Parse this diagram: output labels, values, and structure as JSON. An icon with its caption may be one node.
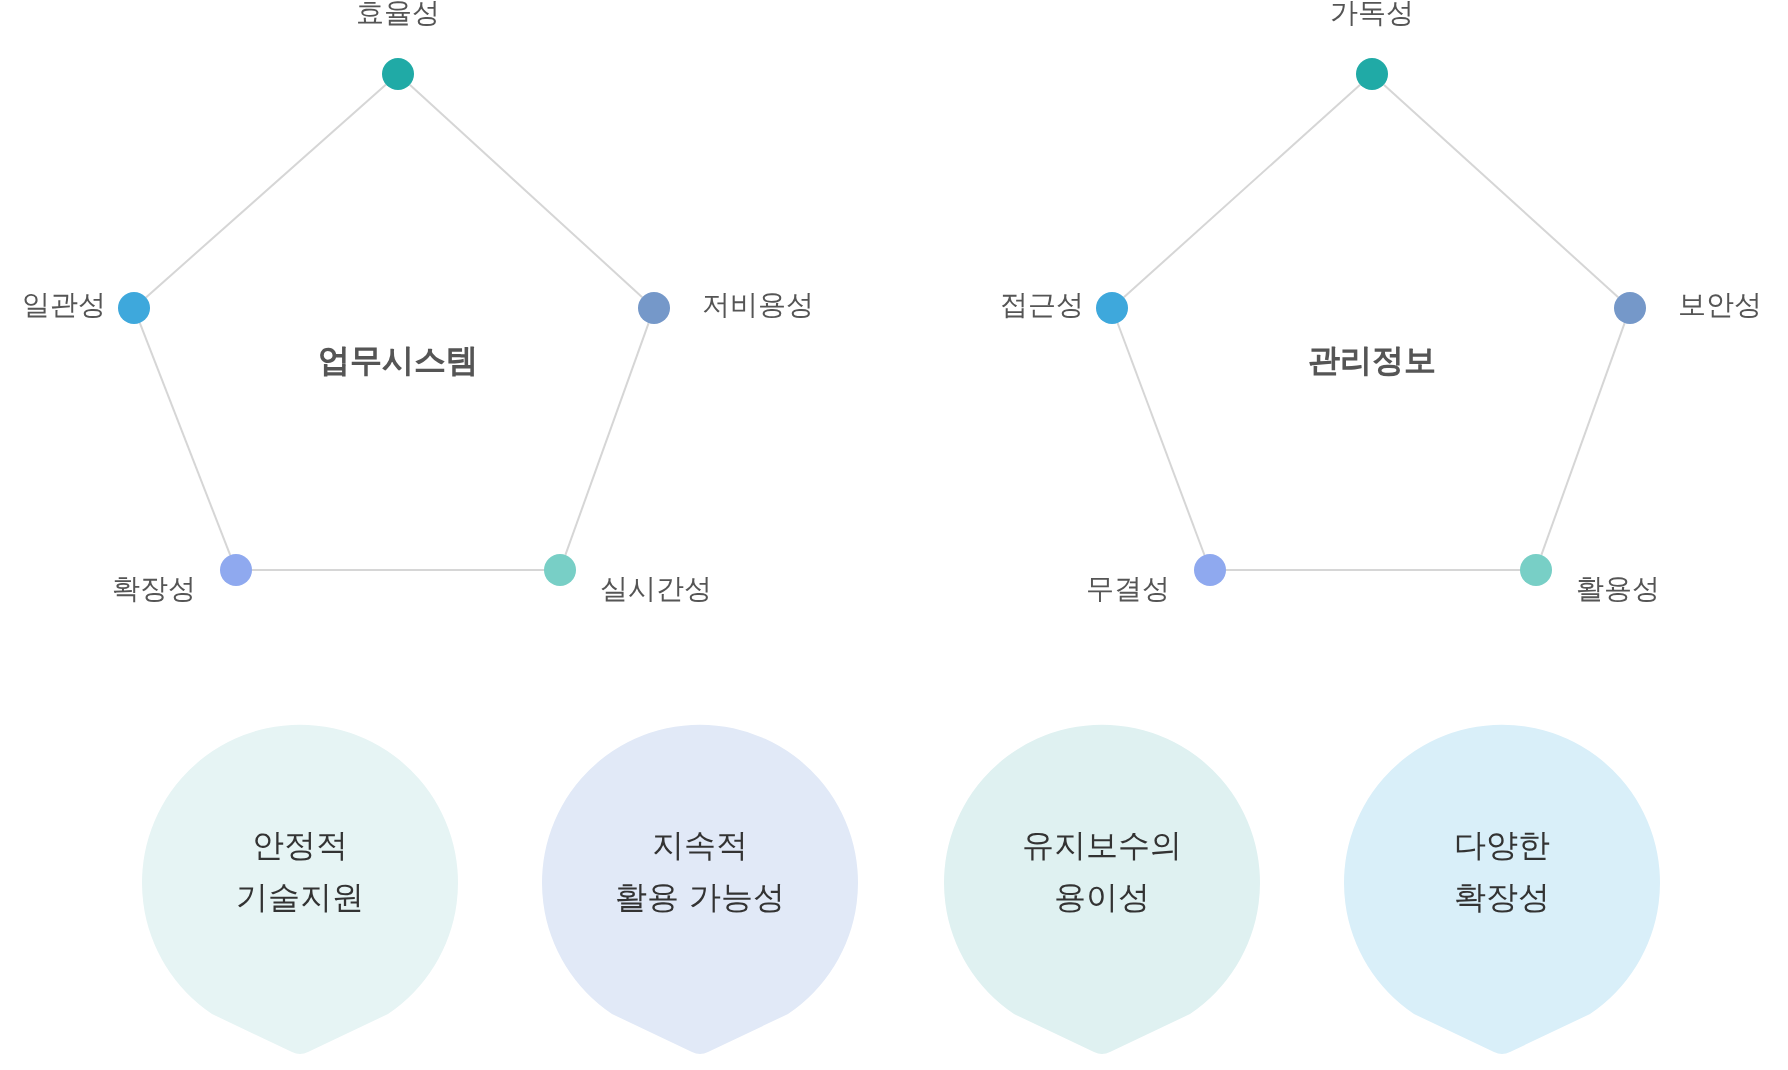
{
  "diagram": {
    "nodes": [
      {
        "text": [
          "효율성"
        ]
      },
      {
        "text": [
          "일관성"
        ]
      },
      {
        "text": [
          "저비용성"
        ]
      },
      {
        "text": [
          "확장성"
        ]
      },
      {
        "text": [
          "실시간성"
        ]
      },
      {
        "text": [
          "가독성"
        ]
      },
      {
        "text": [
          "접근성"
        ]
      },
      {
        "text": [
          "보안성"
        ]
      },
      {
        "text": [
          "무결성"
        ]
      },
      {
        "text": [
          "활용성"
        ]
      },
      {
        "text": [
          "안정적 기술지원"
        ]
      },
      {
        "text": [
          "지속적 활용 가능성"
        ]
      },
      {
        "text": [
          "유지보수의 용이성"
        ]
      },
      {
        "text": [
          "다양한 확장성"
        ]
      }
    ],
    "edges": [
      {
        "from": 0,
        "to": 2,
        "arrow": "none"
      },
      {
        "from": 2,
        "to": 4,
        "arrow": "none"
      },
      {
        "from": 4,
        "to": 3,
        "arrow": "none"
      },
      {
        "from": 3,
        "to": 1,
        "arrow": "none"
      },
      {
        "from": 1,
        "to": 0,
        "arrow": "none"
      },
      {
        "from": 5,
        "to": 7,
        "arrow": "none"
      },
      {
        "from": 7,
        "to": 9,
        "arrow": "none"
      },
      {
        "from": 9,
        "to": 8,
        "arrow": "none"
      },
      {
        "from": 8,
        "to": 6,
        "arrow": "none"
      },
      {
        "from": 6,
        "to": 5,
        "arrow": "none"
      }
    ],
    "labels": [
      "업무시스템",
      "관리정보"
    ]
  }
}
